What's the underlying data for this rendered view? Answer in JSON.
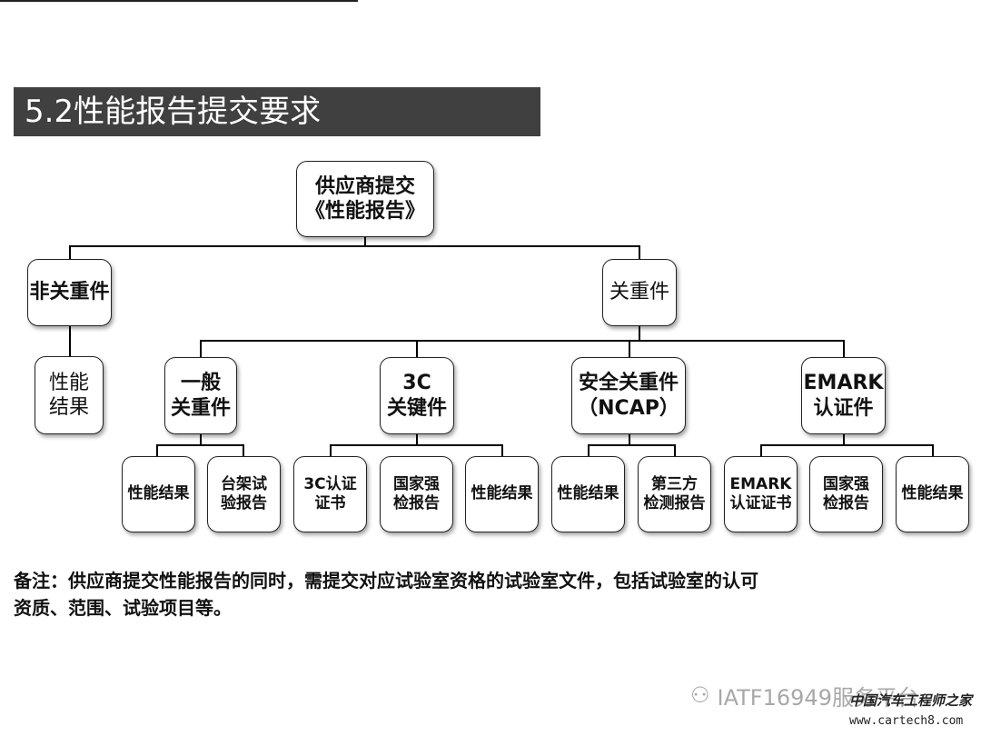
{
  "title": "5.2性能报告提交要求",
  "root": {
    "line1": "供应商提交",
    "line2": "《性能报告》"
  },
  "branches": {
    "non_critical": {
      "label": "非关重件",
      "child": {
        "line1": "性能",
        "line2": "结果"
      }
    },
    "critical": {
      "label": "关重件",
      "groups": [
        {
          "line1": "一般",
          "line2": "关重件",
          "children": [
            {
              "line1": "性能结果",
              "line2": ""
            },
            {
              "line1": "台架试",
              "line2": "验报告"
            }
          ]
        },
        {
          "line1": "3C",
          "line2": "关键件",
          "children": [
            {
              "line1": "3C认证",
              "line2": "证书"
            },
            {
              "line1": "国家强",
              "line2": "检报告"
            },
            {
              "line1": "性能结果",
              "line2": ""
            }
          ]
        },
        {
          "line1": "安全关重件",
          "line2": "（NCAP）",
          "children": [
            {
              "line1": "性能结果",
              "line2": ""
            },
            {
              "line1": "第三方",
              "line2": "检测报告"
            }
          ]
        },
        {
          "line1": "EMARK",
          "line2": "认证件",
          "children": [
            {
              "line1": "EMARK",
              "line2": "认证证书"
            },
            {
              "line1": "国家强",
              "line2": "检报告"
            },
            {
              "line1": "性能结果",
              "line2": ""
            }
          ]
        }
      ]
    }
  },
  "note": {
    "line1": "备注：供应商提交性能报告的同时，需提交对应试验室资格的试验室文件，包括试验室的认可",
    "line2": "资质、范围、试验项目等。"
  },
  "watermark": {
    "text": "IATF16949服务平台",
    "brand_cn": "中国汽车工程师之家",
    "brand_url": "www.cartech8.com"
  }
}
